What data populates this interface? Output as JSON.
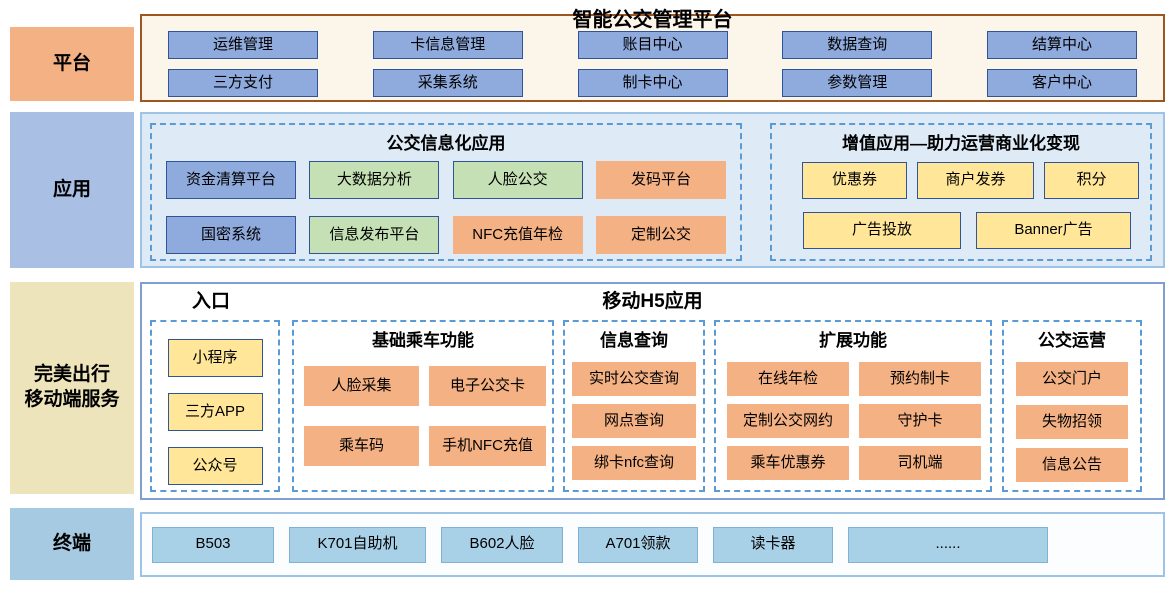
{
  "title": "智能公交管理平台",
  "platform": {
    "label": "平台",
    "buttons": [
      "运维管理",
      "卡信息管理",
      "账目中心",
      "数据查询",
      "结算中心",
      "三方支付",
      "采集系统",
      "制卡中心",
      "参数管理",
      "客户中心"
    ]
  },
  "application": {
    "label": "应用",
    "info": {
      "title": "公交信息化应用",
      "buttons": [
        "资金清算平台",
        "大数据分析",
        "人脸公交",
        "发码平台",
        "国密系统",
        "信息发布平台",
        "NFC充值年检",
        "定制公交"
      ]
    },
    "value": {
      "title": "增值应用—助力运营商业化变现",
      "buttons": [
        "优惠券",
        "商户发券",
        "积分",
        "广告投放",
        "Banner广告"
      ]
    }
  },
  "mobile": {
    "label_line1": "完美出行",
    "label_line2": "移动端服务",
    "entry_title": "入口",
    "entry_buttons": [
      "小程序",
      "三方APP",
      "公众号"
    ],
    "h5_title": "移动H5应用",
    "basic": {
      "title": "基础乘车功能",
      "buttons": [
        "人脸采集",
        "电子公交卡",
        "乘车码",
        "手机NFC充值"
      ]
    },
    "query": {
      "title": "信息查询",
      "buttons": [
        "实时公交查询",
        "网点查询",
        "绑卡nfc查询"
      ]
    },
    "extend": {
      "title": "扩展功能",
      "buttons": [
        "在线年检",
        "预约制卡",
        "定制公交网约",
        "守护卡",
        "乘车优惠券",
        "司机端"
      ]
    },
    "operation": {
      "title": "公交运营",
      "buttons": [
        "公交门户",
        "失物招领",
        "信息公告"
      ]
    }
  },
  "terminal": {
    "label": "终端",
    "buttons": [
      "B503",
      "K701自助机",
      "B602人脸",
      "A701领款",
      "读卡器",
      "......"
    ]
  },
  "colors": {
    "orange_node": "#F4B183",
    "blue_node": "#8FAADC",
    "green_node": "#C5E0B4",
    "yellow_node": "#FFE699",
    "terminal_node": "#A8D0E6",
    "node_border_dark": "#2F5597",
    "dashed_border": "#5B9BD5",
    "platform_border": "#9C5721",
    "platform_bg": "#FCF5EA",
    "application_bg": "#DEEBF7",
    "application_label_bg": "#A9BFE4",
    "mobile_label_bg": "#EDE4BC",
    "terminal_label_bg": "#A6CAE2"
  }
}
